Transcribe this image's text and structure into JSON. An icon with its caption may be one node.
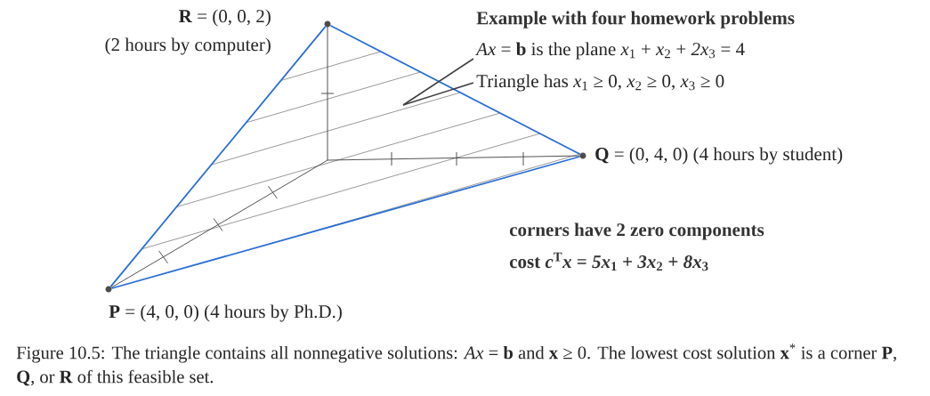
{
  "diagram": {
    "caption": "Figure 10.5: The triangle contains all nonnegative solutions: *Ax* = **b** and **x** ≥ 0. The lowest cost solution **x**$^{*}$ is a corner **P**, **Q**, or **R** of this feasible set.",
    "nodes": [
      {
        "text": [],
        "shape": "circle",
        "beside": [
          "**R** = (0, 0, 2)",
          "(2 hours by computer)"
        ]
      },
      {
        "text": [],
        "shape": "circle",
        "beside": [
          "**Q** = (0, 4, 0) (4 hours by student)"
        ]
      },
      {
        "text": [],
        "shape": "circle",
        "beside": [
          "**P** = (4, 0, 0) (4 hours by Ph.D.)"
        ]
      },
      {
        "text": [
          "*Ax* = **b** is the plane *x*$_{1}$ + *x*$_{2}$ + *2x*$_{3}$ = 4"
        ]
      },
      {
        "text": [
          "Triangle has *x*$_{1}$ ≥ 0, *x*$_{2}$ ≥ 0, *x*$_{3}$ ≥ 0"
        ]
      }
    ],
    "edges": [
      {
        "from": 0,
        "to": 1,
        "arrow": "none"
      },
      {
        "from": 1,
        "to": 2,
        "arrow": "none"
      },
      {
        "from": 2,
        "to": 0,
        "arrow": "none"
      },
      {
        "from": 3,
        "to": null,
        "arrow": "none",
        "color": "#404040"
      },
      {
        "from": 4,
        "to": null,
        "arrow": "none",
        "color": "#404040"
      }
    ],
    "labels": [
      "Example with four homework problems",
      "corners have 2 zero components",
      "cost *c*$^{T}$*x* = *5x*$_{1}$ + *3x*$_{2}$ + *8x*$_{3}$"
    ]
  }
}
